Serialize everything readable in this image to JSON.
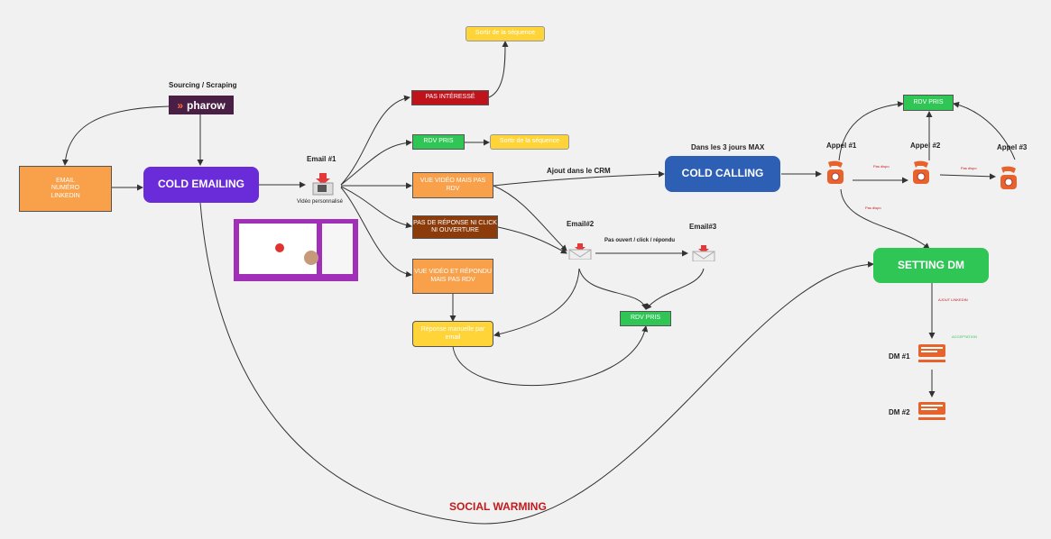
{
  "labels": {
    "sourcing": "Sourcing / Scraping",
    "email1": "Email #1",
    "video_perso": "Vidéo personnalisé",
    "email2": "Email#2",
    "email3": "Email#3",
    "opened": "Pas ouvert / click / répondu",
    "crm": "Ajout dans le CRM",
    "three_days": "Dans les 3 jours MAX",
    "appel1": "Appel #1",
    "appel2": "Appel #2",
    "appel3": "Appel #3",
    "dm1": "DM #1",
    "dm2": "DM #2",
    "social": "SOCIAL WARMING",
    "ajout_linkedin": "AJOUT LINKEDIN",
    "acceptation": "ACCEPTATION",
    "pas_dispo_1": "Pas dispo",
    "pas_dispo_2": "Pas dispo",
    "pas_dispo_3": "Pas dispo"
  },
  "logo": {
    "text": "pharow"
  },
  "nodes": {
    "email_box": "EMAIL\nNUMÉRO\nLINKEDIN",
    "cold_emailing": "COLD EMAILING",
    "cold_calling": "COLD CALLING",
    "setting_dm": "SETTING DM",
    "sortir_top": "Sortir de la séquence",
    "pas_interesse": "PAS INTÉRESSÉ",
    "rdv_pris_1": "RDV PRIS",
    "sortir_mid": "Sortir de la séquence",
    "vue_video": "VUE VIDÉO MAIS PAS RDV",
    "pas_reponse": "PAS DE RÉPONSE NI CLICK NI OUVERTURE",
    "vue_repondu": "VUE VIDÉO ET RÉPONDU MAIS PAS RDV",
    "reponse_manuelle": "Réponse manuelle par email",
    "rdv_pris_2": "RDV PRIS",
    "rdv_pris_3": "RDV PRIS"
  },
  "colors": {
    "orange": "#f9a14a",
    "purple": "#6a2bd9",
    "blue": "#2d5fb5",
    "green": "#2fc655",
    "yellow": "#ffd438",
    "red": "#c0121a",
    "brown": "#8b3c0a",
    "social": "#c21a1a"
  }
}
